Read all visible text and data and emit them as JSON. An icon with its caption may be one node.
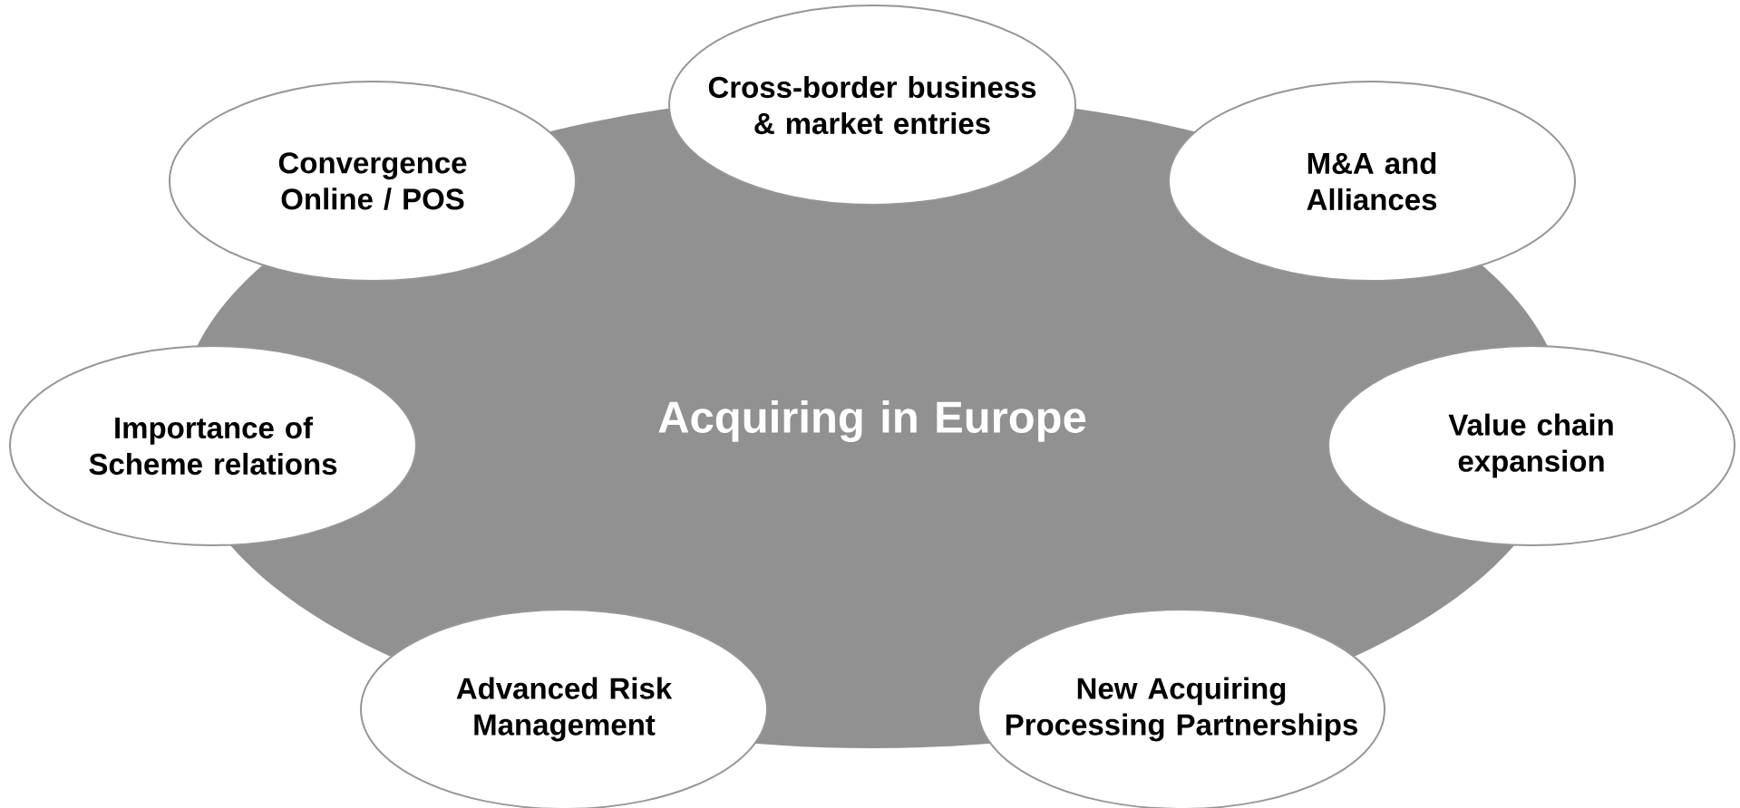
{
  "diagram": {
    "nodes": [
      {
        "text": [
          "Acquiring in Europe"
        ]
      },
      {
        "text": [
          "Cross-border business & market entries"
        ]
      },
      {
        "text": [
          "Convergence Online / POS"
        ]
      },
      {
        "text": [
          "M&A and Alliances"
        ]
      },
      {
        "text": [
          "Importance of Scheme relations"
        ]
      },
      {
        "text": [
          "Value chain expansion"
        ]
      },
      {
        "text": [
          "Advanced Risk Management"
        ]
      },
      {
        "text": [
          "New Acquiring Processing Partnerships"
        ]
      }
    ]
  }
}
